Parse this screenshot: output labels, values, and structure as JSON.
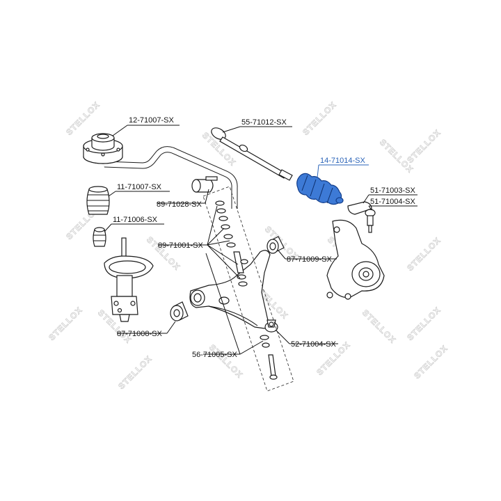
{
  "watermark": {
    "text": "STELLOX",
    "color": "#cfcfcf"
  },
  "highlight_color": "#3d7ad6",
  "labels": {
    "top_mount": "12-71007-SX",
    "bump_stop_upper": "11-71007-SX",
    "bump_stop_lower": "11-71006-SX",
    "stab_link_bushing": "89-71028-SX",
    "stab_link_kit": "89-71001-SX",
    "tie_rod": "55-71012-SX",
    "steering_boot": "14-71014-SX",
    "tie_rod_end_right": "51-71003-SX",
    "tie_rod_end_left": "51-71004-SX",
    "arm_bushing_rear": "87-71009-SX",
    "arm_bushing_front": "87-71008-SX",
    "ball_joint": "52-71004-SX",
    "control_arm": "56-71005-SX"
  }
}
